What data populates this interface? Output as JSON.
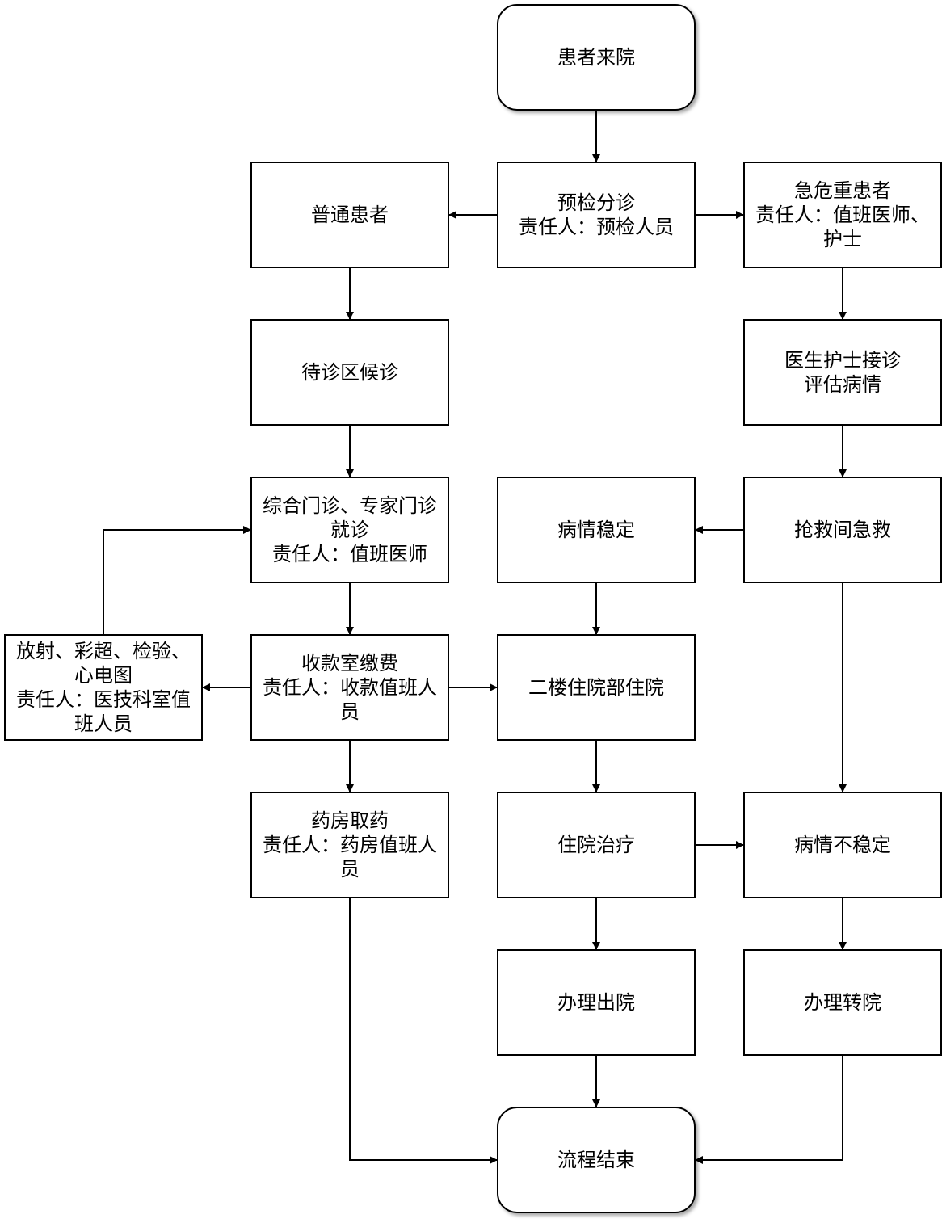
{
  "diagram": {
    "colors": {
      "stroke": "#000000",
      "fill": "#ffffff",
      "text": "#000000"
    },
    "nodes": [
      {
        "id": "start",
        "shape": "rounded",
        "lines": [
          "患者来院"
        ]
      },
      {
        "id": "triage",
        "shape": "rect",
        "lines": [
          "预检分诊",
          "责任人：预检人员"
        ]
      },
      {
        "id": "general",
        "shape": "rect",
        "lines": [
          "普通患者"
        ]
      },
      {
        "id": "critical",
        "shape": "rect",
        "lines": [
          "急危重患者",
          "责任人：值班医师、",
          "护士"
        ]
      },
      {
        "id": "waiting",
        "shape": "rect",
        "lines": [
          "待诊区候诊"
        ]
      },
      {
        "id": "assess",
        "shape": "rect",
        "lines": [
          "医生护士接诊",
          "评估病情"
        ]
      },
      {
        "id": "clinic",
        "shape": "rect",
        "lines": [
          "综合门诊、专家门诊",
          "就诊",
          "责任人：值班医师"
        ]
      },
      {
        "id": "stable",
        "shape": "rect",
        "lines": [
          "病情稳定"
        ]
      },
      {
        "id": "rescue",
        "shape": "rect",
        "lines": [
          "抢救间急救"
        ]
      },
      {
        "id": "exams",
        "shape": "rect",
        "lines": [
          "放射、彩超、检验、",
          "心电图",
          "责任人：医技科室值",
          "班人员"
        ]
      },
      {
        "id": "payment",
        "shape": "rect",
        "lines": [
          "收款室缴费",
          "责任人：收款值班人",
          "员"
        ]
      },
      {
        "id": "ward",
        "shape": "rect",
        "lines": [
          "二楼住院部住院"
        ]
      },
      {
        "id": "pharmacy",
        "shape": "rect",
        "lines": [
          "药房取药",
          "责任人：药房值班人",
          "员"
        ]
      },
      {
        "id": "treatment",
        "shape": "rect",
        "lines": [
          "住院治疗"
        ]
      },
      {
        "id": "unstable",
        "shape": "rect",
        "lines": [
          "病情不稳定"
        ]
      },
      {
        "id": "discharge",
        "shape": "rect",
        "lines": [
          "办理出院"
        ]
      },
      {
        "id": "transfer",
        "shape": "rect",
        "lines": [
          "办理转院"
        ]
      },
      {
        "id": "end",
        "shape": "rounded",
        "lines": [
          "流程结束"
        ]
      }
    ],
    "edges": [
      {
        "from": "start",
        "to": "triage"
      },
      {
        "from": "triage",
        "to": "general"
      },
      {
        "from": "triage",
        "to": "critical"
      },
      {
        "from": "general",
        "to": "waiting"
      },
      {
        "from": "waiting",
        "to": "clinic"
      },
      {
        "from": "critical",
        "to": "assess"
      },
      {
        "from": "assess",
        "to": "rescue"
      },
      {
        "from": "rescue",
        "to": "stable"
      },
      {
        "from": "rescue",
        "to": "unstable"
      },
      {
        "from": "clinic",
        "to": "payment"
      },
      {
        "from": "payment",
        "to": "exams"
      },
      {
        "from": "exams",
        "to": "clinic"
      },
      {
        "from": "payment",
        "to": "ward"
      },
      {
        "from": "payment",
        "to": "pharmacy"
      },
      {
        "from": "pharmacy",
        "to": "end"
      },
      {
        "from": "stable",
        "to": "ward"
      },
      {
        "from": "ward",
        "to": "treatment"
      },
      {
        "from": "treatment",
        "to": "unstable"
      },
      {
        "from": "treatment",
        "to": "discharge"
      },
      {
        "from": "discharge",
        "to": "end"
      },
      {
        "from": "unstable",
        "to": "transfer"
      },
      {
        "from": "transfer",
        "to": "end"
      }
    ]
  }
}
